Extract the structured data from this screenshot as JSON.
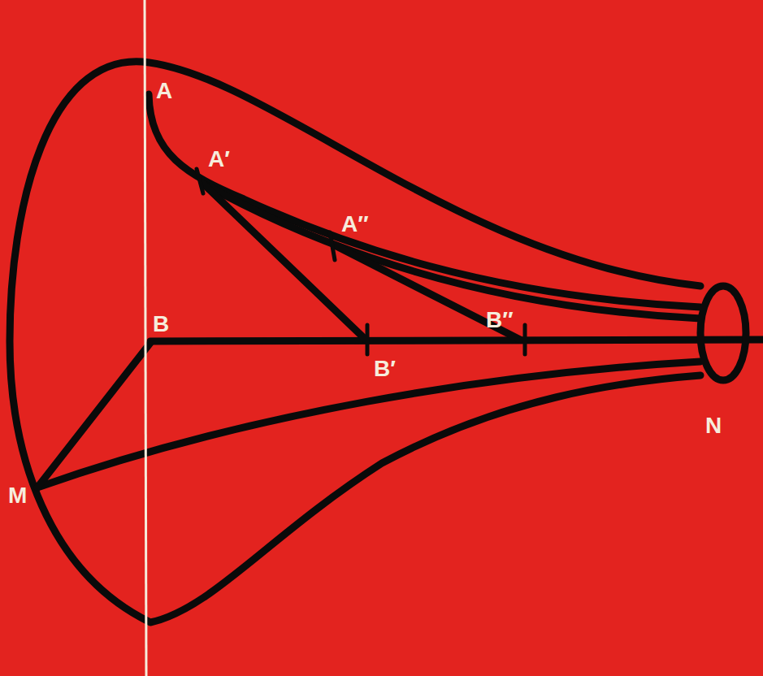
{
  "diagram": {
    "labels": [
      "A",
      "A′",
      "A″",
      "B",
      "B′",
      "B″",
      "M",
      "N"
    ]
  }
}
